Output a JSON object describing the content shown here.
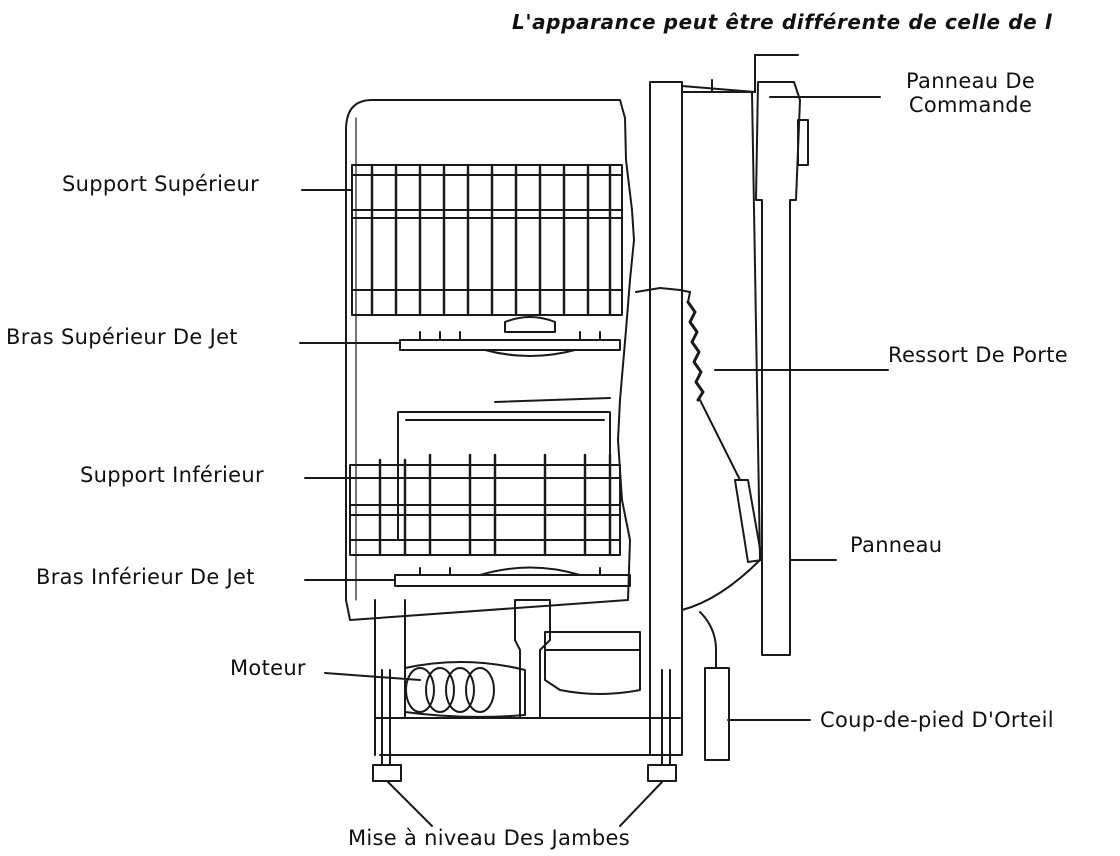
{
  "note": "L'apparance peut être différente de celle de l",
  "labels": {
    "control_panel_line1": "Panneau De",
    "control_panel_line2": "Commande",
    "upper_rack": "Support Supérieur",
    "upper_spray_arm": "Bras Supérieur De Jet",
    "door_spring": "Ressort De Porte",
    "lower_rack": "Support Inférieur",
    "panel": "Panneau",
    "lower_spray_arm": "Bras Inférieur De Jet",
    "motor": "Moteur",
    "toe_kick": "Coup-de-pied D'Orteil",
    "leveling_legs": "Mise à niveau Des Jambes"
  },
  "colors": {
    "line": "#1a1a1a",
    "background": "#ffffff"
  }
}
